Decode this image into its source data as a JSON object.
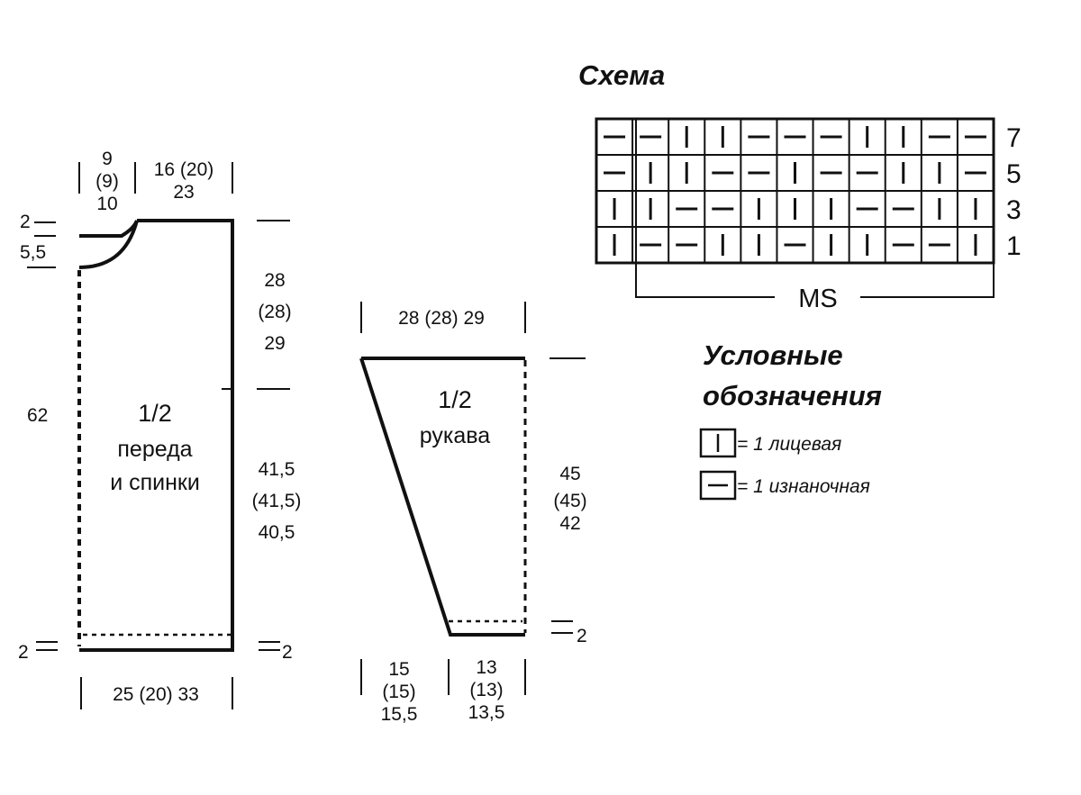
{
  "body_piece": {
    "title": "1/2",
    "line2": "переда",
    "line3": "и спинки",
    "shoulder_left": [
      "9",
      "(9)",
      "10"
    ],
    "shoulder_right": [
      "16 (20)",
      "23"
    ],
    "neck_top": "2",
    "neck_depth": "5,5",
    "armhole": [
      "28",
      "(28)",
      "29"
    ],
    "total_height": "62",
    "lower": [
      "41,5",
      "(41,5)",
      "40,5"
    ],
    "hem_left": "2",
    "hem_right": "2",
    "width": "25 (20) 33"
  },
  "sleeve_piece": {
    "title": "1/2",
    "line2": "рукава",
    "top_width": "28 (28) 29",
    "height": [
      "45",
      "(45)",
      "42"
    ],
    "cuff": "2",
    "bottom_left": [
      "15",
      "(15)",
      "15,5"
    ],
    "bottom_right": [
      "13",
      "(13)",
      "13,5"
    ]
  },
  "chart": {
    "title": "Схема",
    "rows": [
      {
        "num": "7",
        "cells": [
          "-",
          "-",
          "|",
          "|",
          "-",
          "-",
          "-",
          "|",
          "|",
          "-",
          "-"
        ]
      },
      {
        "num": "5",
        "cells": [
          "-",
          "|",
          "|",
          "-",
          "-",
          "|",
          "-",
          "-",
          "|",
          "|",
          "-"
        ]
      },
      {
        "num": "3",
        "cells": [
          "|",
          "|",
          "-",
          "-",
          "|",
          "|",
          "|",
          "-",
          "-",
          "|",
          "|"
        ]
      },
      {
        "num": "1",
        "cells": [
          "|",
          "-",
          "-",
          "|",
          "|",
          "-",
          "|",
          "|",
          "-",
          "-",
          "|"
        ]
      }
    ],
    "repeat_label": "MS"
  },
  "legend": {
    "title_line1": "Условные",
    "title_line2": "обозначения",
    "items": [
      {
        "symbol": "|",
        "label": "= 1 лицевая"
      },
      {
        "symbol": "-",
        "label": "= 1 изнаночная"
      }
    ]
  }
}
